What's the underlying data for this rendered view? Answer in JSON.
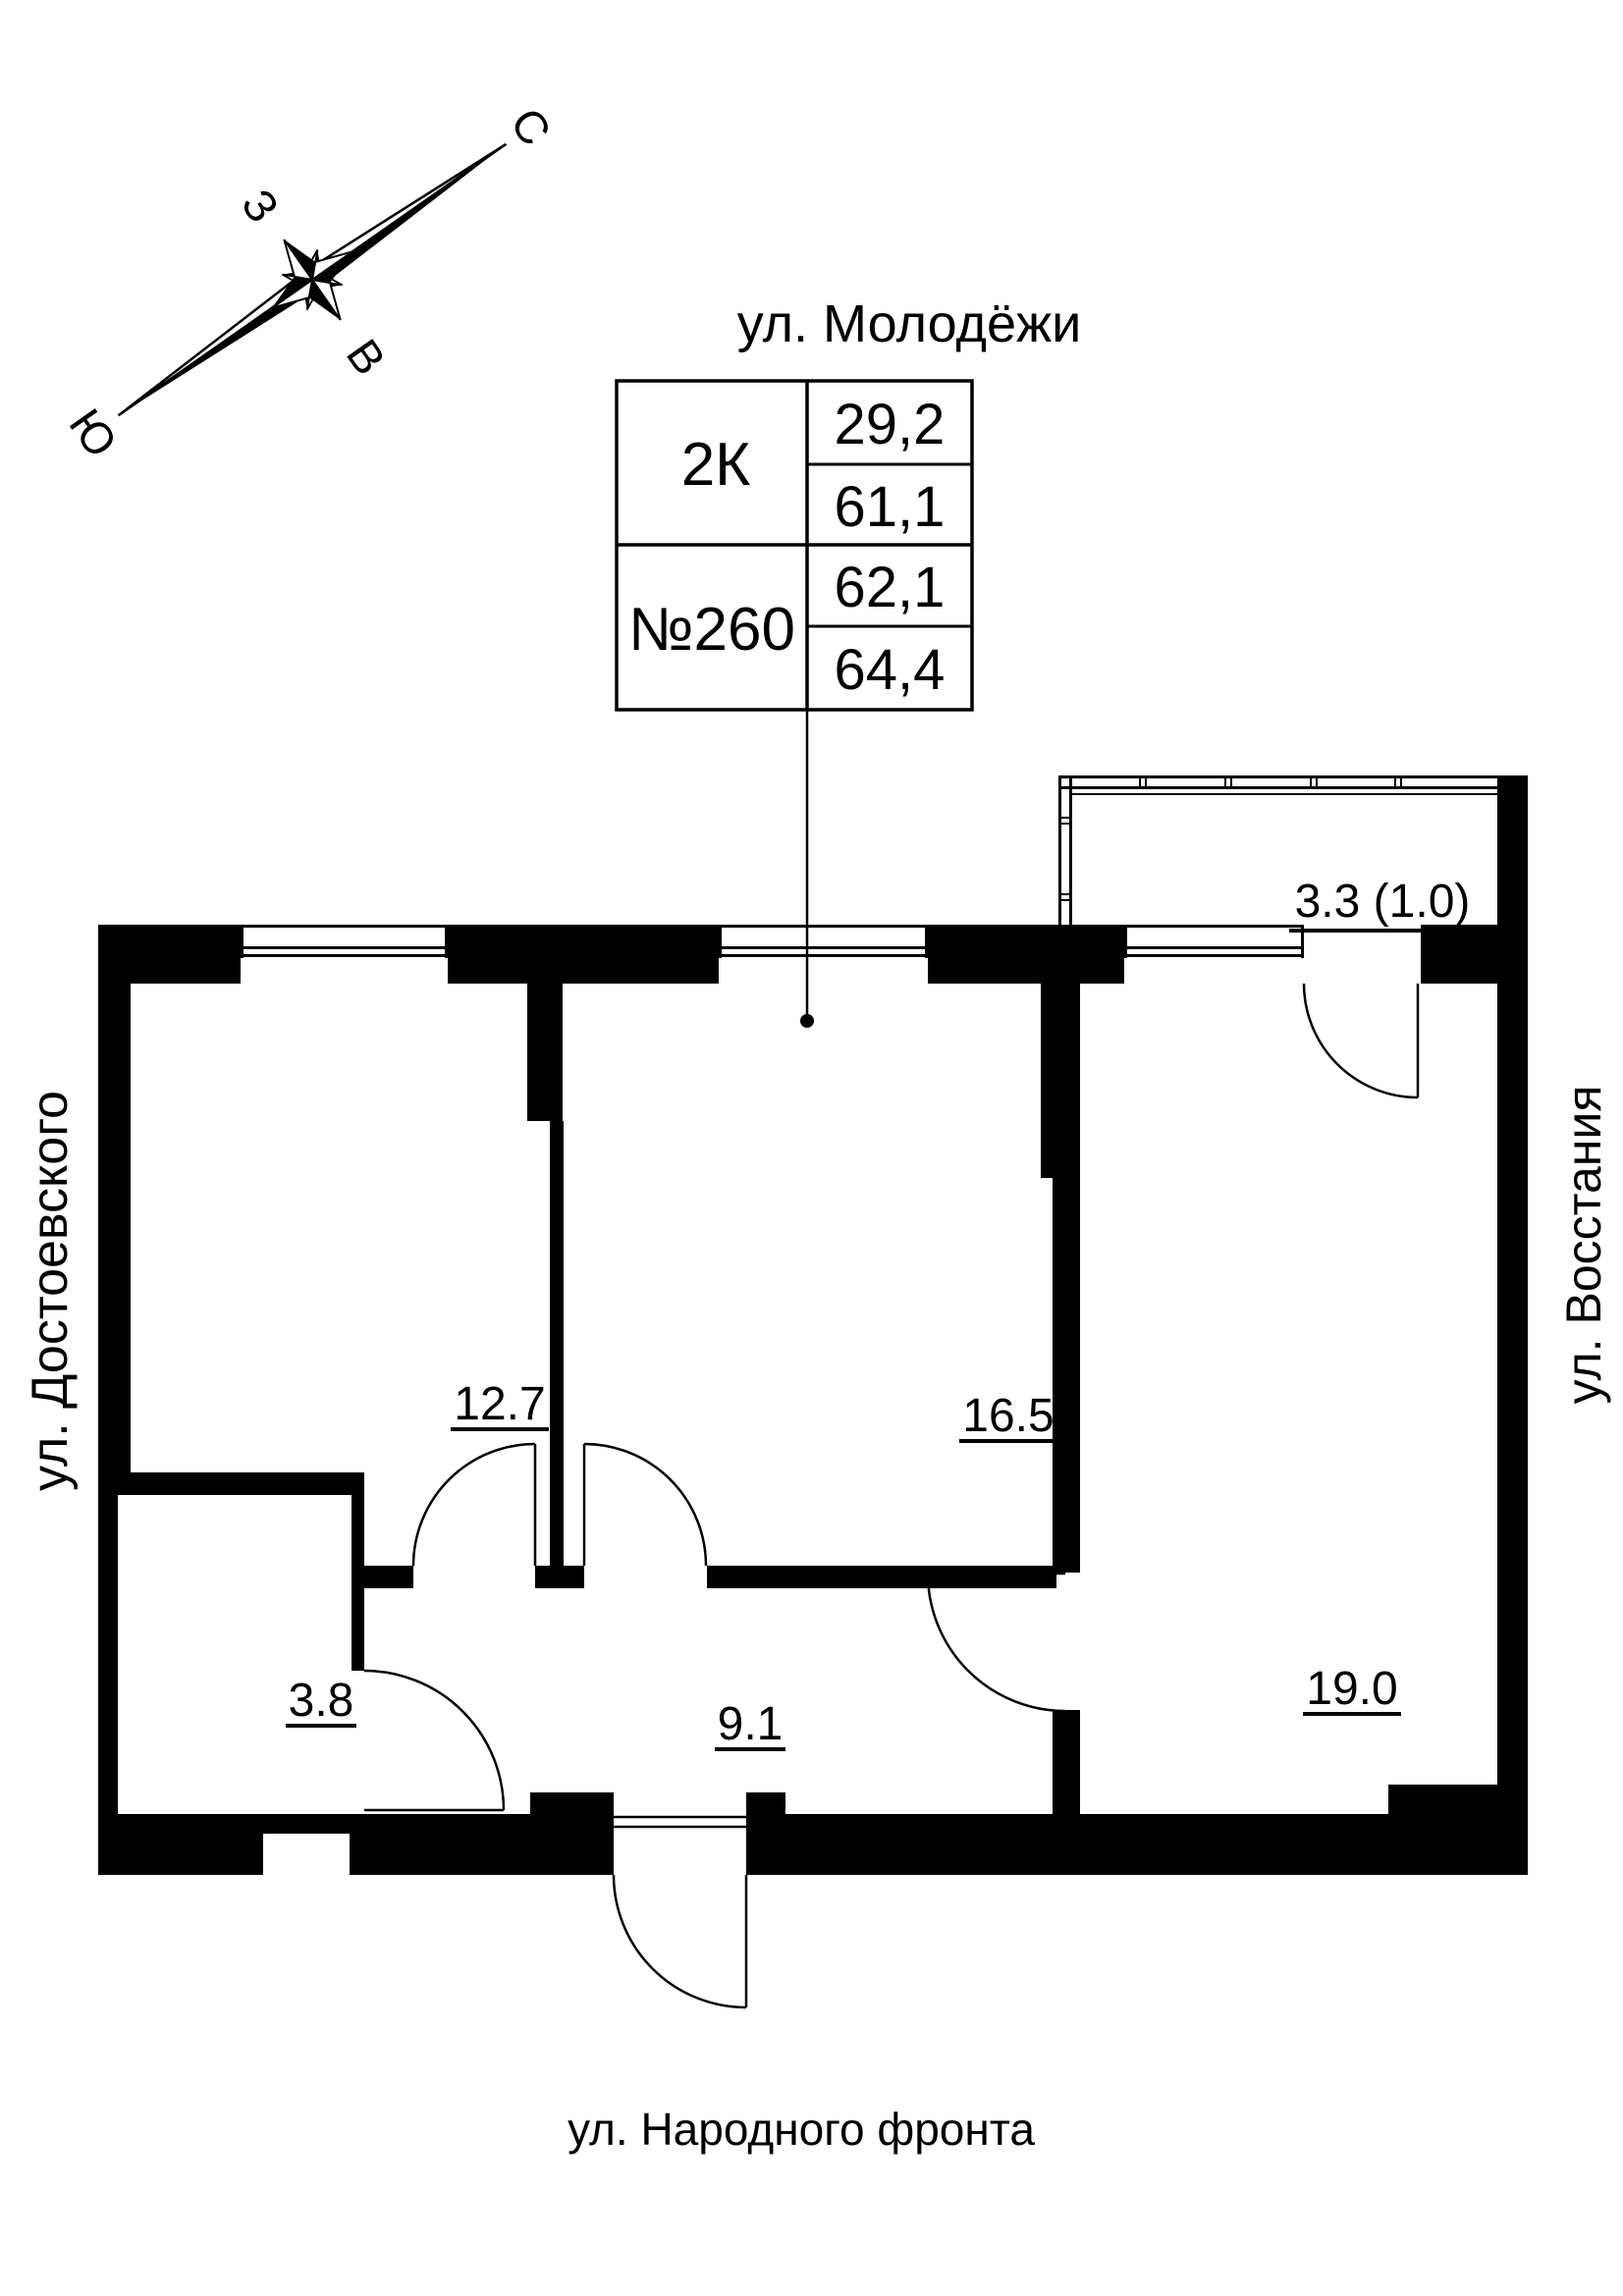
{
  "streets": {
    "top": "ул. Молодёжи",
    "bottom": "ул. Народного фронта",
    "left": "ул. Достоевского",
    "right": "ул. Восстания"
  },
  "title_block": {
    "type_label": "2К",
    "number_label": "№260",
    "values": [
      "29,2",
      "61,1",
      "62,1",
      "64,4"
    ]
  },
  "areas": {
    "room1": "12.7",
    "room2": "16.5",
    "room3": "19.0",
    "bathroom": "3.8",
    "corridor": "9.1",
    "balcony": "3.3 (1.0)"
  },
  "compass": {
    "north": "С",
    "south": "Ю",
    "west": "З",
    "east": "В"
  },
  "colors": {
    "ink": "#000000",
    "paper": "#ffffff"
  }
}
